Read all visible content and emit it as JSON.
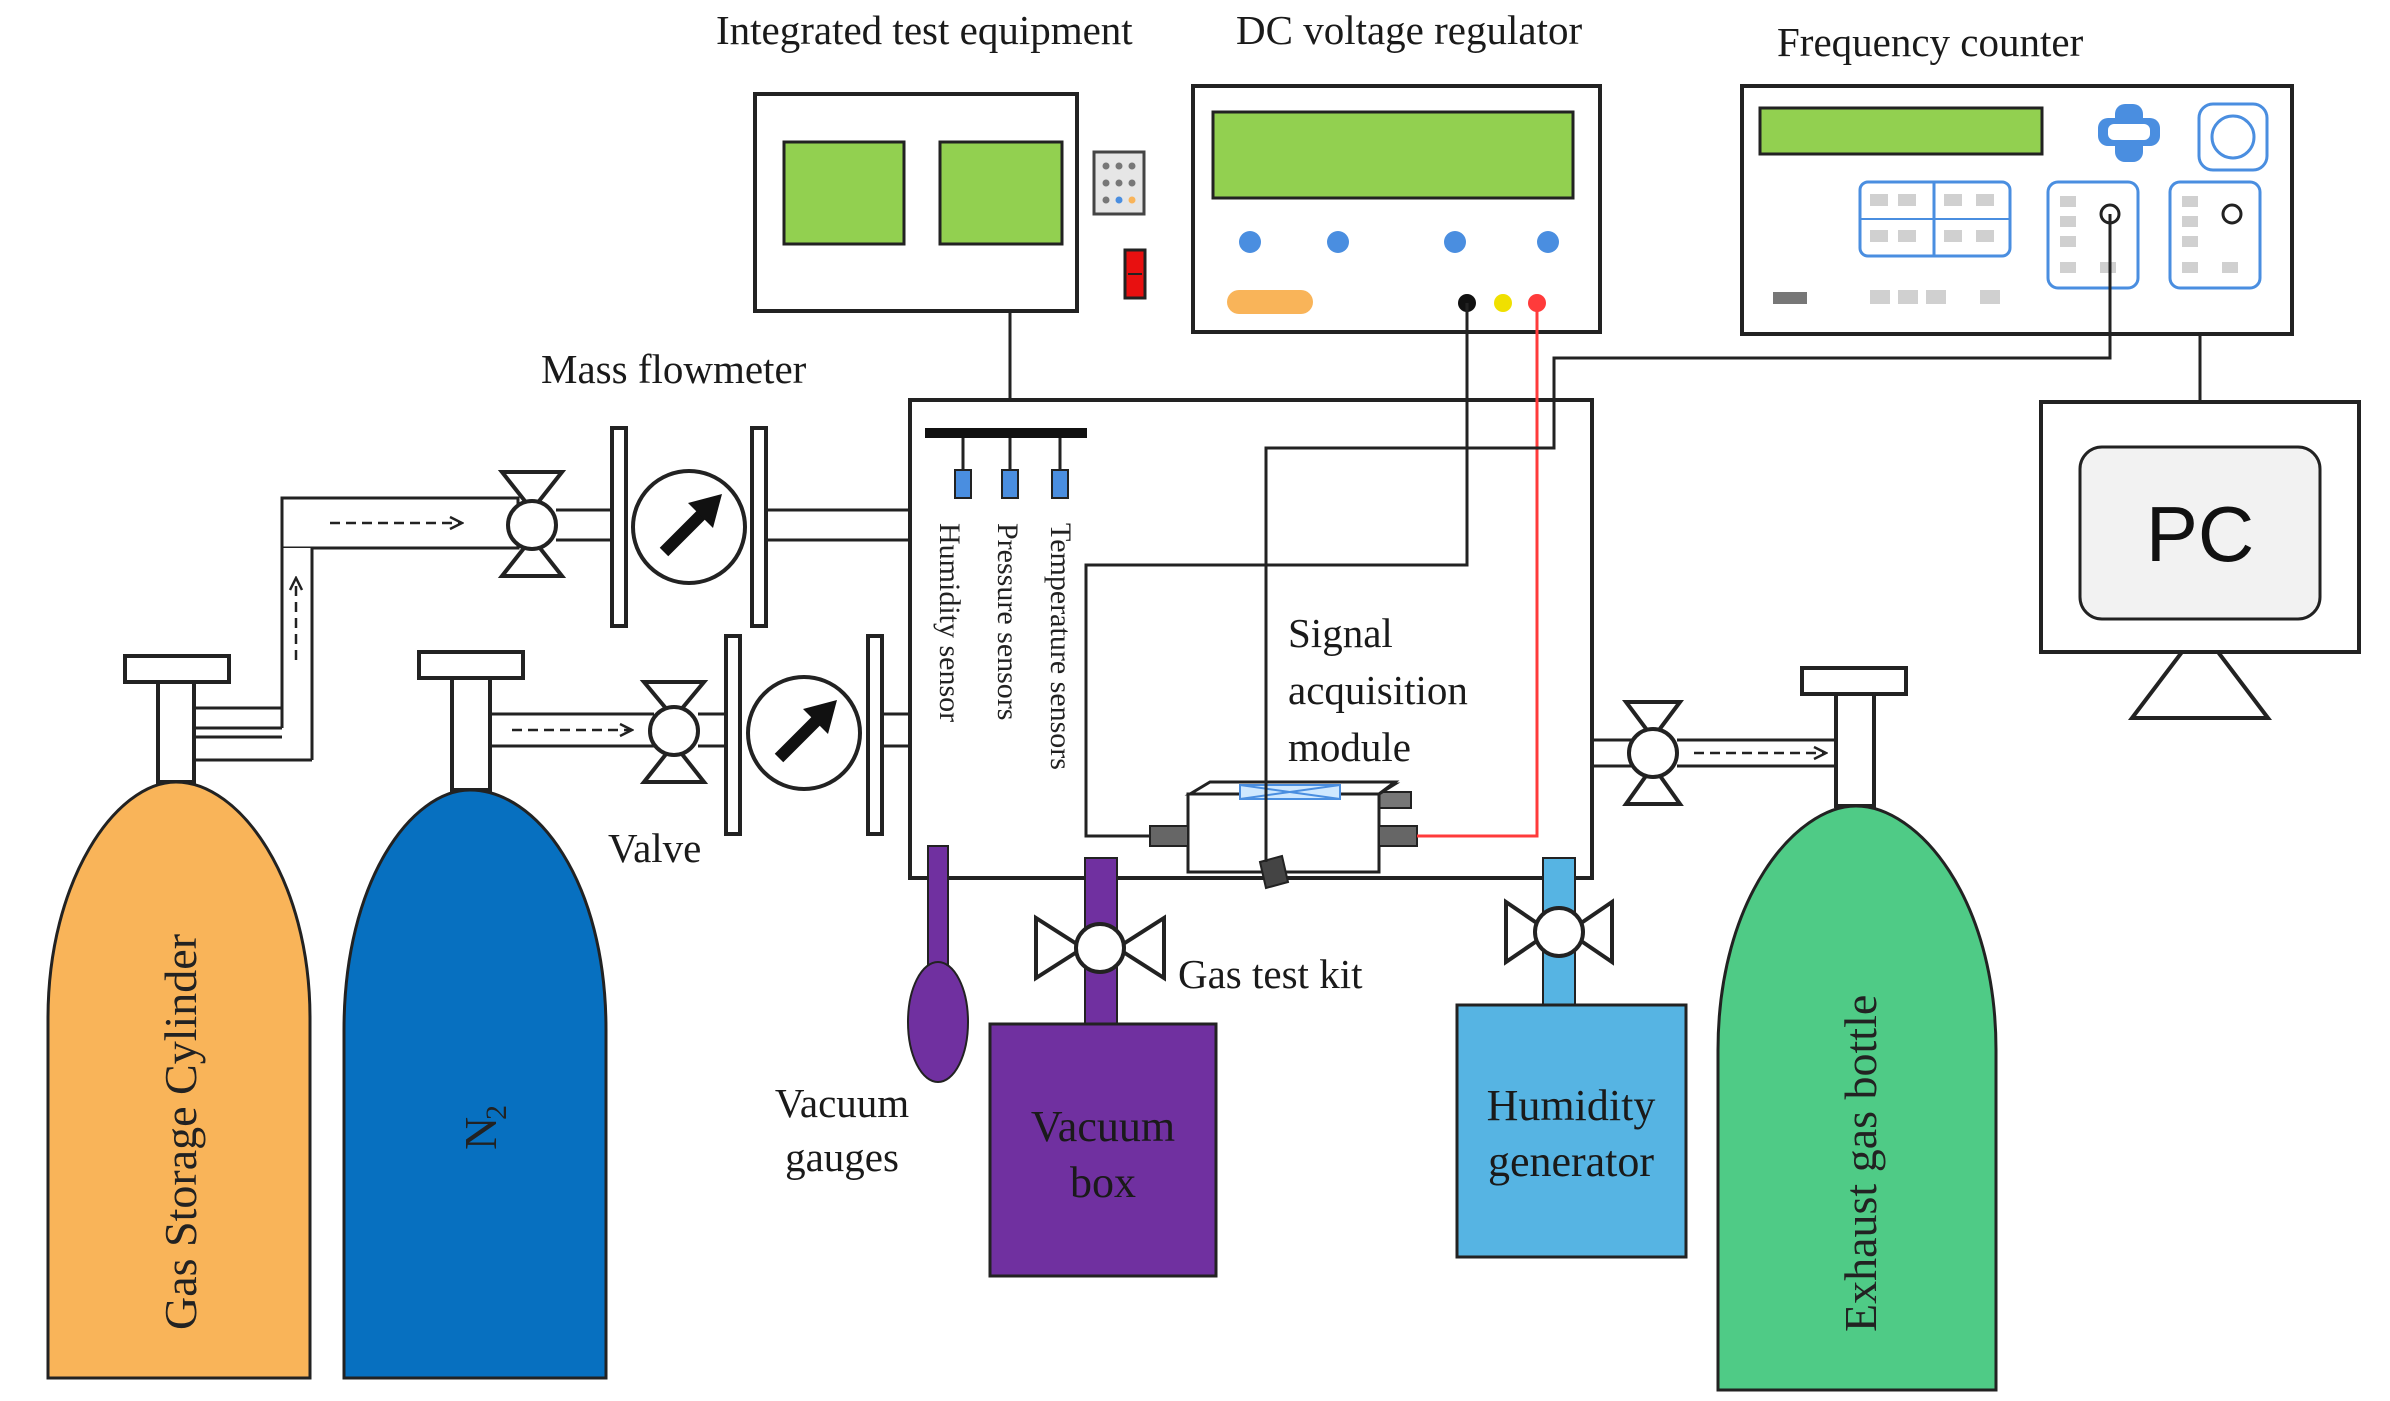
{
  "labels": {
    "integrated_test_equipment": "Integrated test equipment",
    "dc_voltage_regulator": "DC voltage regulator",
    "frequency_counter": "Frequency counter",
    "mass_flowmeter": "Mass flowmeter",
    "valve": "Valve",
    "pc": "PC",
    "humidity_sensor": "Humidity sensor",
    "pressure_sensors": "Pressure sensors",
    "temperature_sensors": "Temperature sensors",
    "signal_acquisition_line1": "Signal",
    "signal_acquisition_line2": "acquisition",
    "signal_acquisition_line3": "module",
    "gas_test_kit": "Gas test kit",
    "vacuum_gauges_line1": "Vacuum",
    "vacuum_gauges_line2": "gauges",
    "vacuum_box_line1": "Vacuum",
    "vacuum_box_line2": "box",
    "humidity_generator_line1": "Humidity",
    "humidity_generator_line2": "generator",
    "gas_storage_cylinder": "Gas Storage Cylinder",
    "n2_letter": "N",
    "n2_subscript": "2",
    "exhaust_gas_bottle": "Exhaust gas bottle"
  },
  "colors": {
    "display_green": "#92d050",
    "gas_cylinder": "#f9b459",
    "n2_cylinder": "#0770c0",
    "exhaust_bottle": "#4fcb86",
    "vacuum_purple": "#7030a0",
    "humidity_blue": "#56b4e3",
    "knob_blue": "#4a8ee0",
    "sensor_blue": "#4a8ee0",
    "wire_red": "#ff3b3b",
    "indicator_yellow": "#f0e000",
    "pill_orange": "#f9b459",
    "pc_screen_gray": "#f2f2f2",
    "indicator_red": "#e81010"
  },
  "icons": {
    "valve": "bowtie-valve-icon",
    "flowmeter": "gauge-arrow-icon"
  }
}
